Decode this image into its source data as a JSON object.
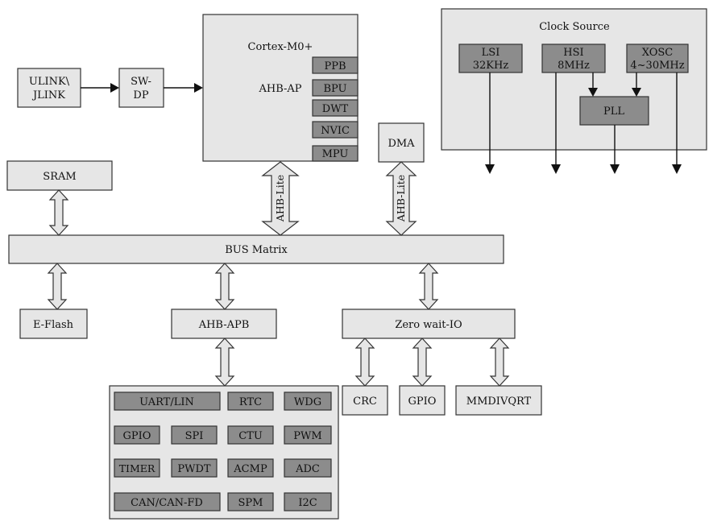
{
  "cpu": {
    "title": "Cortex-M0+",
    "ahb_ap": "AHB-AP",
    "blocks": [
      "PPB",
      "BPU",
      "DWT",
      "NVIC",
      "MPU"
    ]
  },
  "debug": {
    "ulink": [
      "ULINK\\",
      "JLINK"
    ],
    "swdp": [
      "SW-",
      "DP"
    ]
  },
  "dma": "DMA",
  "sram": "SRAM",
  "bus_matrix": "BUS Matrix",
  "ahb_lite_left": "AHB-Lite",
  "ahb_lite_right": "AHB-Lite",
  "eflash": "E-Flash",
  "ahb_apb": "AHB-APB",
  "zero_wait_io": "Zero wait-IO",
  "io_blocks": [
    "CRC",
    "GPIO",
    "MMDIVQRT"
  ],
  "peripherals": [
    [
      "UART/LIN",
      "RTC",
      "WDG"
    ],
    [
      "GPIO",
      "SPI",
      "CTU",
      "PWM"
    ],
    [
      "TIMER",
      "PWDT",
      "ACMP",
      "ADC"
    ],
    [
      "CAN/CAN-FD",
      "SPM",
      "I2C"
    ]
  ],
  "clock": {
    "title": "Clock Source",
    "lsi": [
      "LSI",
      "32KHz"
    ],
    "hsi": [
      "HSI",
      "8MHz"
    ],
    "xosc": [
      "XOSC",
      "4~30MHz"
    ],
    "pll": "PLL"
  }
}
